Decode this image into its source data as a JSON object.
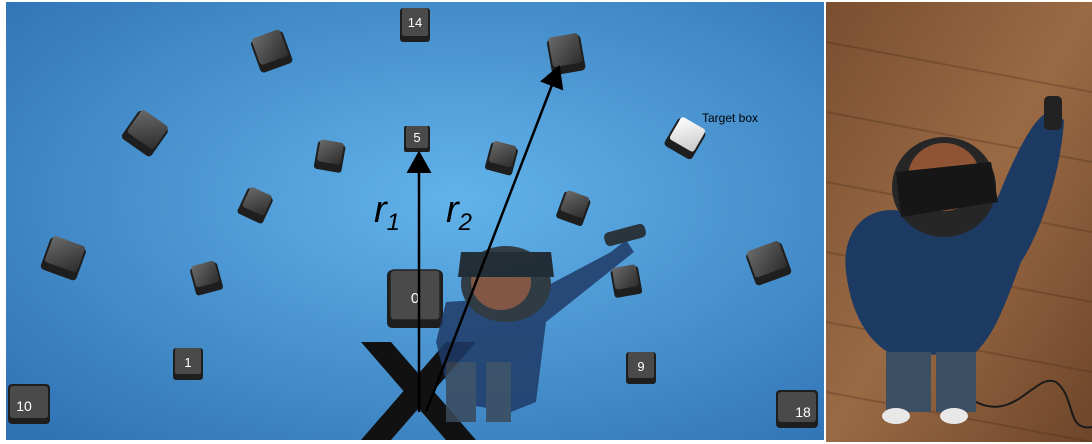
{
  "scene": {
    "boxes": [
      {
        "label": "14"
      },
      {
        "label": "5"
      },
      {
        "label": "0"
      },
      {
        "label": "1"
      },
      {
        "label": "9"
      },
      {
        "label": "10"
      },
      {
        "label": "18"
      }
    ],
    "target_label": "Target box",
    "radius_labels": {
      "r1": {
        "base": "r",
        "sub": "1"
      },
      "r2": {
        "base": "r",
        "sub": "2"
      }
    }
  },
  "colors": {
    "background_center": "#5fb0e8",
    "background_edge": "#3277b8",
    "box_fill": "#3a3a3a",
    "target_box_fill": "#e6e6e6",
    "floor": "#8a5b3a"
  }
}
